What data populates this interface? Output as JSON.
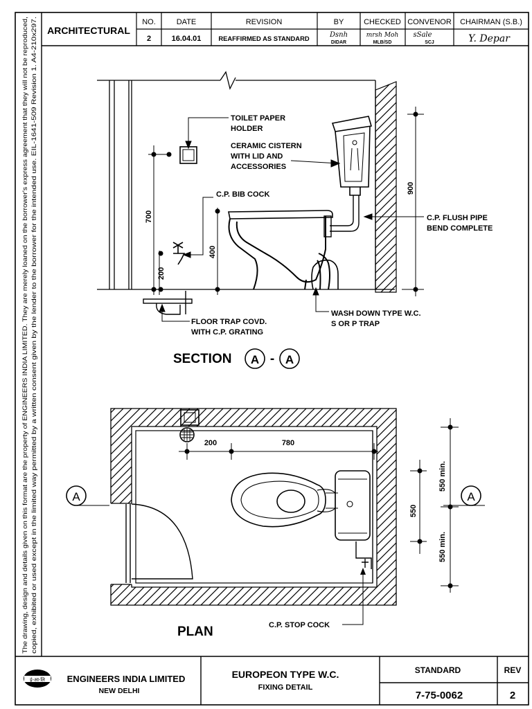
{
  "side_note": {
    "line1": "The drawing, design and details given on this format are the property of ENGINEERS INDIA LIMITED. They are merely loaned on the borrower's express agreement that they will not be reproduced,",
    "line2": "copied, exhibited or used except in the limited way permitted by a written consent given by the lender to the borrower for the intended use.  EIL-1641-509 Revision 1. A4-210x297."
  },
  "revision_block": {
    "discipline": "ARCHITECTURAL",
    "headers": {
      "no": "NO.",
      "date": "DATE",
      "revision": "REVISION",
      "by": "BY",
      "checked": "CHECKED",
      "convenor": "CONVENOR",
      "chairman": "CHAIRMAN (S.B.)"
    },
    "row": {
      "no": "2",
      "date": "16.04.01",
      "revision": "REAFFIRMED AS STANDARD",
      "by_signature": "Dsnh",
      "by": "DIDAR",
      "checked_signature": "mrsh Moh",
      "checked": "MLB/SD",
      "convenor_signature": "sSale",
      "convenor": "SCJ",
      "chairman_signature": "Y. Depar"
    }
  },
  "section": {
    "title": "SECTION",
    "marker": "A",
    "separator": "-",
    "labels": {
      "toilet_paper": [
        "TOILET PAPER",
        "HOLDER"
      ],
      "cistern": [
        "CERAMIC CISTERN",
        "WITH LID AND",
        "ACCESSORIES"
      ],
      "bib_cock": "C.P. BIB COCK",
      "flush_pipe": [
        "C.P. FLUSH PIPE",
        "BEND COMPLETE"
      ],
      "floor_trap": [
        "FLOOR TRAP COVD.",
        "WITH C.P. GRATING"
      ],
      "wc": [
        "WASH DOWN TYPE W.C.",
        "S OR P TRAP"
      ]
    },
    "dims": {
      "holder_height": "700",
      "bib_height": "200",
      "pan_height": "400",
      "cistern_height": "900"
    }
  },
  "plan": {
    "title": "PLAN",
    "marker": "A",
    "stop_cock": "C.P. STOP COCK",
    "dims": {
      "trap_offset": "200",
      "wc_offset": "780",
      "half_width": "550",
      "upper": "550 min.",
      "lower": "550 min."
    }
  },
  "title_block": {
    "company": "ENGINEERS INDIA LIMITED",
    "city": "NEW DELHI",
    "logo_text": "इं-आ-लि",
    "title": "EUROPEON TYPE W.C.",
    "subtitle": "FIXING DETAIL",
    "standard_label": "STANDARD",
    "rev_label": "REV",
    "drawing_no": "7-75-0062",
    "rev": "2"
  }
}
